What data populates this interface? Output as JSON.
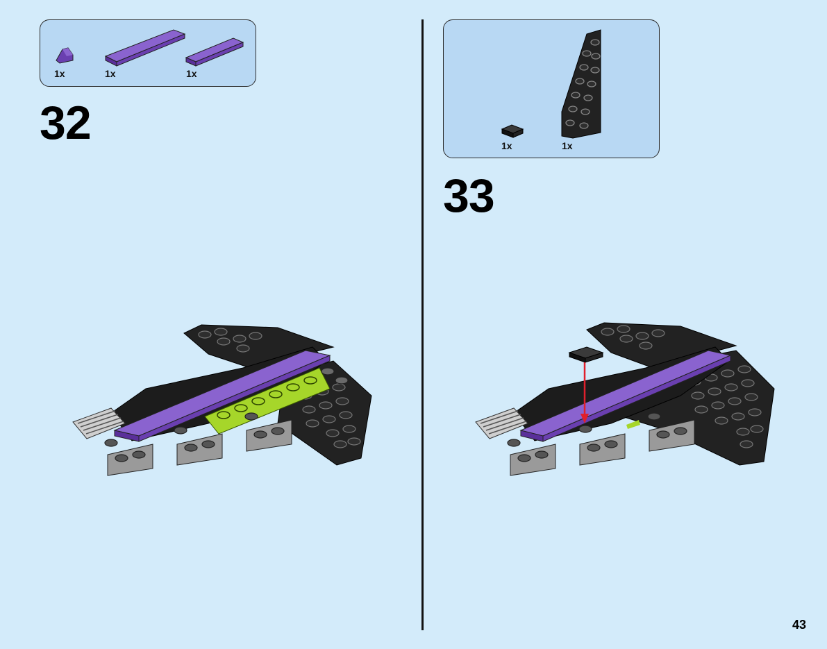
{
  "steps": [
    {
      "number": "32",
      "parts": [
        {
          "qty": "1x",
          "name": "purple-slope-icon",
          "color": "#6a3fb0"
        },
        {
          "qty": "1x",
          "name": "purple-long-tile-icon",
          "color": "#6a3fb0"
        },
        {
          "qty": "1x",
          "name": "purple-tile-icon",
          "color": "#6a3fb0"
        }
      ]
    },
    {
      "number": "33",
      "parts": [
        {
          "qty": "1x",
          "name": "black-tile-1x1-icon",
          "color": "#222222"
        },
        {
          "qty": "1x",
          "name": "black-wedge-plate-icon",
          "color": "#222222"
        }
      ]
    }
  ],
  "page_number": "43",
  "colors": {
    "background": "#d3ebfa",
    "parts_box": "#b8d8f3",
    "purple": "#6a3fb0",
    "black": "#222222",
    "lime": "#a6d62a",
    "gray": "#a5a5a5",
    "arrow": "#e0202c"
  }
}
